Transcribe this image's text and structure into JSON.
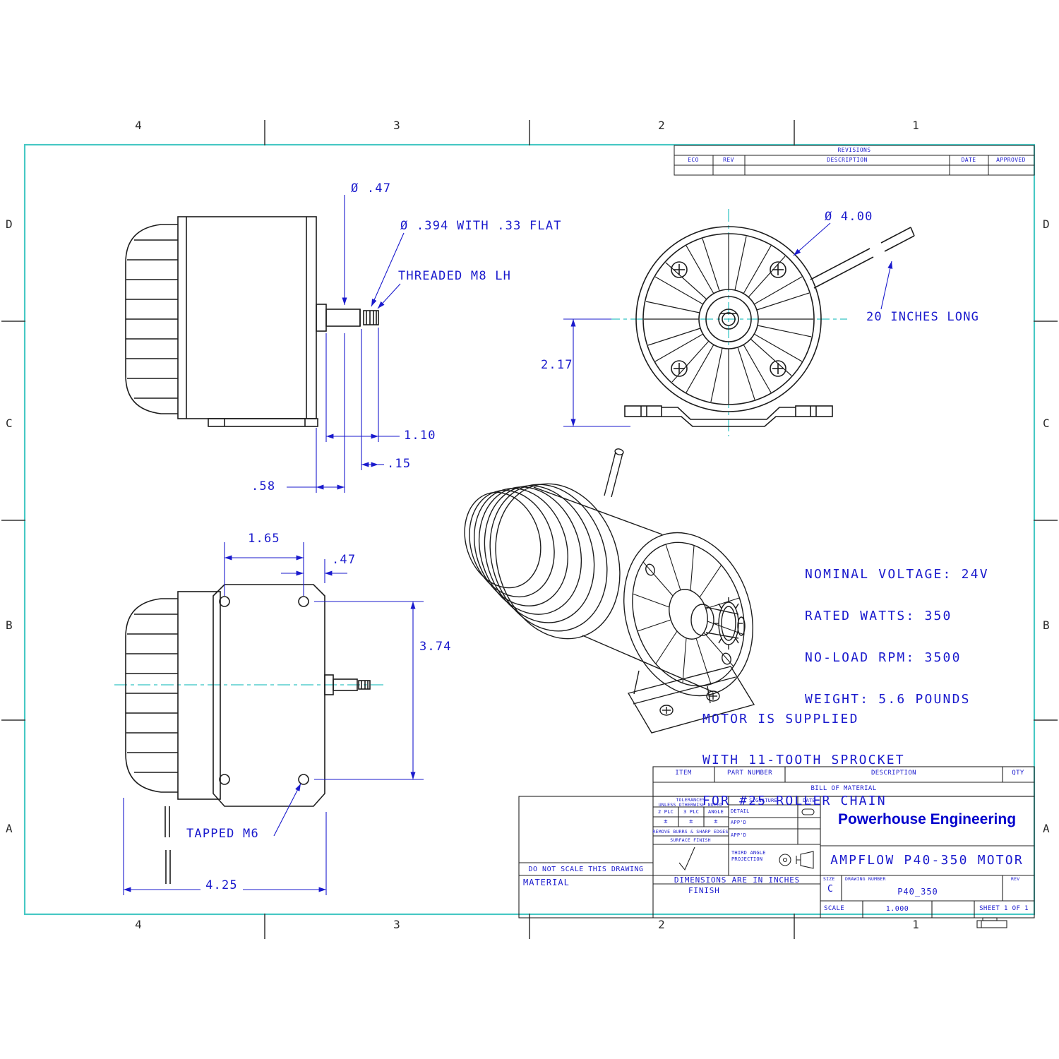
{
  "sheet": {
    "zones_top": [
      "4",
      "3",
      "2",
      "1"
    ],
    "zones_bottom": [
      "4",
      "3",
      "2",
      "1"
    ],
    "zones_left": [
      "D",
      "C",
      "B",
      "A"
    ],
    "zones_right": [
      "D",
      "C",
      "B",
      "A"
    ]
  },
  "revisions": {
    "title": "REVISIONS",
    "col_eco": "ECO",
    "col_rev": "REV",
    "col_description": "DESCRIPTION",
    "col_date": "DATE",
    "col_approved": "APPROVED"
  },
  "side_view": {
    "shaft_dia": "Ø .47",
    "flat_note": "Ø .394 WITH .33 FLAT",
    "thread_note": "THREADED M8 LH",
    "shaft_len": "1.10",
    "groove": ".15",
    "boss_len": ".58"
  },
  "front_view": {
    "body_dia": "Ø 4.00",
    "axis_height": "2.17",
    "wire_len": "20 INCHES LONG"
  },
  "rear_view": {
    "hole_pitch_h": "1.65",
    "hole_offset": ".47",
    "hole_pitch_v": "3.74",
    "tap_note": "TAPPED M6",
    "overall_width": "4.25"
  },
  "specs": {
    "voltage": "NOMINAL VOLTAGE: 24V",
    "watts": "RATED WATTS: 350",
    "rpm": "NO-LOAD RPM: 3500",
    "weight": "WEIGHT: 5.6 POUNDS"
  },
  "sprocket_note": {
    "line1": "MOTOR IS SUPPLIED",
    "line2": "WITH 11-TOOTH SPROCKET",
    "line3": "FOR #25 ROLLER CHAIN"
  },
  "bom": {
    "col_item": "ITEM",
    "col_part_number": "PART NUMBER",
    "col_description": "DESCRIPTION",
    "col_qty": "QTY",
    "title": "BILL OF MATERIAL"
  },
  "title_block": {
    "tol_line1": "TOLERANCES",
    "tol_line2": "UNLESS OTHERWISE NOTED",
    "plc2": "2 PLC",
    "plc3": "3 PLC",
    "angle": "ANGLE",
    "pm": "±",
    "deburr": "REMOVE BURRS & SHARP EDGES",
    "surface_finish": "SURFACE FINISH",
    "signature": "SIGNATURE",
    "date": "DATE",
    "detail": "DETAIL",
    "appd1": "APP'D",
    "appd2": "APP'D",
    "third_angle_1": "THIRD ANGLE",
    "third_angle_2": "PROJECTION",
    "do_not_scale": "DO NOT SCALE THIS DRAWING",
    "material": "MATERIAL",
    "dims_inches": "DIMENSIONS ARE IN INCHES",
    "finish": "FINISH",
    "company": "Powerhouse Engineering",
    "drawing_title": "AMPFLOW P40-350 MOTOR",
    "size_label": "SIZE",
    "size": "C",
    "drawing_number_label": "DRAWING NUMBER",
    "drawing_number": "P40_350",
    "rev_label": "REV",
    "scale_label": "SCALE",
    "scale_value": "1.000",
    "sheet": "SHEET 1 OF 1"
  }
}
